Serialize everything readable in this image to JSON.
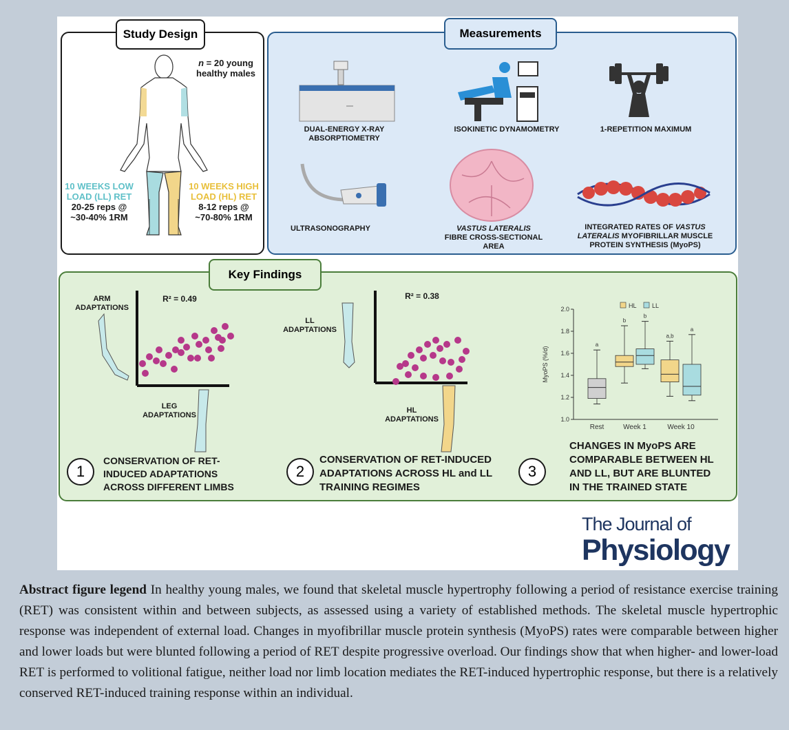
{
  "study_design": {
    "title": "Study Design",
    "n_label": "n",
    "n_text": " = 20 young",
    "n_text2": "healthy males",
    "ll_line1": "10 WEEKS LOW",
    "ll_line2": "LOAD (LL) RET",
    "ll_reps": "20-25 reps @",
    "ll_pct": "~30-40% 1RM",
    "hl_line1": "10 WEEKS HIGH",
    "hl_line2": "LOAD (HL) RET",
    "hl_reps": "8-12 reps @",
    "hl_pct": "~70-80% 1RM"
  },
  "measurements": {
    "title": "Measurements",
    "items": [
      "DUAL-ENERGY X-RAY ABSORPTIOMETRY",
      "ISOKINETIC DYNAMOMETRY",
      "1-REPETITION MAXIMUM",
      "ULTRASONOGRAPHY"
    ],
    "vl_italic": "VASTUS LATERALIS",
    "vl_rest": "FIBRE CROSS-SECTIONAL",
    "vl_rest2": "AREA",
    "myops_line1": "INTEGRATED RATES OF",
    "myops_italic1": "VASTUS",
    "myops_italic2": "LATERALIS",
    "myops_line2": "MYOFIBRILLAR MUSCLE",
    "myops_line3": "PROTEIN SYNTHESIS (MyoPS)"
  },
  "key_findings": {
    "title": "Key Findings",
    "arm_label1": "ARM",
    "arm_label2": "ADAPTATIONS",
    "leg_label1": "LEG",
    "leg_label2": "ADAPTATIONS",
    "r2_1": "R² = 0.49",
    "ll_label1": "LL",
    "ll_label2": "ADAPTATIONS",
    "hl_label1": "HL",
    "hl_label2": "ADAPTATIONS",
    "r2_2": "R² = 0.38",
    "finding1_num": "1",
    "finding1_l1": "CONSERVATION OF RET-",
    "finding1_l2": "INDUCED ADAPTATIONS",
    "finding1_l3": "ACROSS DIFFERENT LIMBS",
    "finding2_num": "2",
    "finding2_l1": "CONSERVATION OF RET-INDUCED",
    "finding2_l2": "ADAPTATIONS ACROSS HL and LL",
    "finding2_l3": "TRAINING REGIMES",
    "finding3_num": "3",
    "finding3_l1": "CHANGES IN MyoPS ARE",
    "finding3_l2": "COMPARABLE BETWEEN HL",
    "finding3_l3": "AND LL, BUT ARE BLUNTED",
    "finding3_l4": "IN THE TRAINED STATE"
  },
  "chart_data": {
    "type": "box",
    "ylabel": "MyoPS (%/d)",
    "ylim": [
      1.0,
      2.0
    ],
    "yticks": [
      "1.0",
      "1.2",
      "1.4",
      "1.6",
      "1.8",
      "2.0"
    ],
    "categories": [
      "Rest",
      "Week 1",
      "Week 10"
    ],
    "legend": [
      "HL",
      "LL"
    ],
    "colors": {
      "Rest": "#d0d0d0",
      "HL": "#f2d68a",
      "LL": "#a9dce0"
    },
    "boxes": [
      {
        "group": "Rest",
        "series": "Rest",
        "min": 1.14,
        "q1": 1.19,
        "median": 1.29,
        "q3": 1.37,
        "max": 1.63,
        "letter": "a"
      },
      {
        "group": "Week 1",
        "series": "HL",
        "min": 1.33,
        "q1": 1.48,
        "median": 1.52,
        "q3": 1.58,
        "max": 1.85,
        "letter": "b"
      },
      {
        "group": "Week 1",
        "series": "LL",
        "min": 1.46,
        "q1": 1.5,
        "median": 1.58,
        "q3": 1.64,
        "max": 1.89,
        "letter": "b"
      },
      {
        "group": "Week 10",
        "series": "HL",
        "min": 1.21,
        "q1": 1.34,
        "median": 1.41,
        "q3": 1.54,
        "max": 1.71,
        "letter": "a,b"
      },
      {
        "group": "Week 10",
        "series": "LL",
        "min": 1.17,
        "q1": 1.22,
        "median": 1.3,
        "q3": 1.5,
        "max": 1.77,
        "letter": "a"
      }
    ]
  },
  "journal": {
    "line1": "The Journal of",
    "line2": "Physiology"
  },
  "legend_text": {
    "bold": "Abstract figure legend",
    "body": " In healthy young males, we found that skeletal muscle hypertrophy following a period of resistance exercise training (RET) was consistent within and between subjects, as assessed using a variety of established methods. The skeletal muscle hypertrophic response was independent of external load. Changes in myofibrillar muscle protein synthesis (MyoPS) rates were comparable between higher and lower loads but were blunted following a period of RET despite progressive overload. Our findings show that when higher- and lower-load RET is performed to volitional fatigue, neither load nor limb location mediates the RET-induced hypertrophic response, but there is a relatively conserved RET-induced training response within an individual."
  }
}
